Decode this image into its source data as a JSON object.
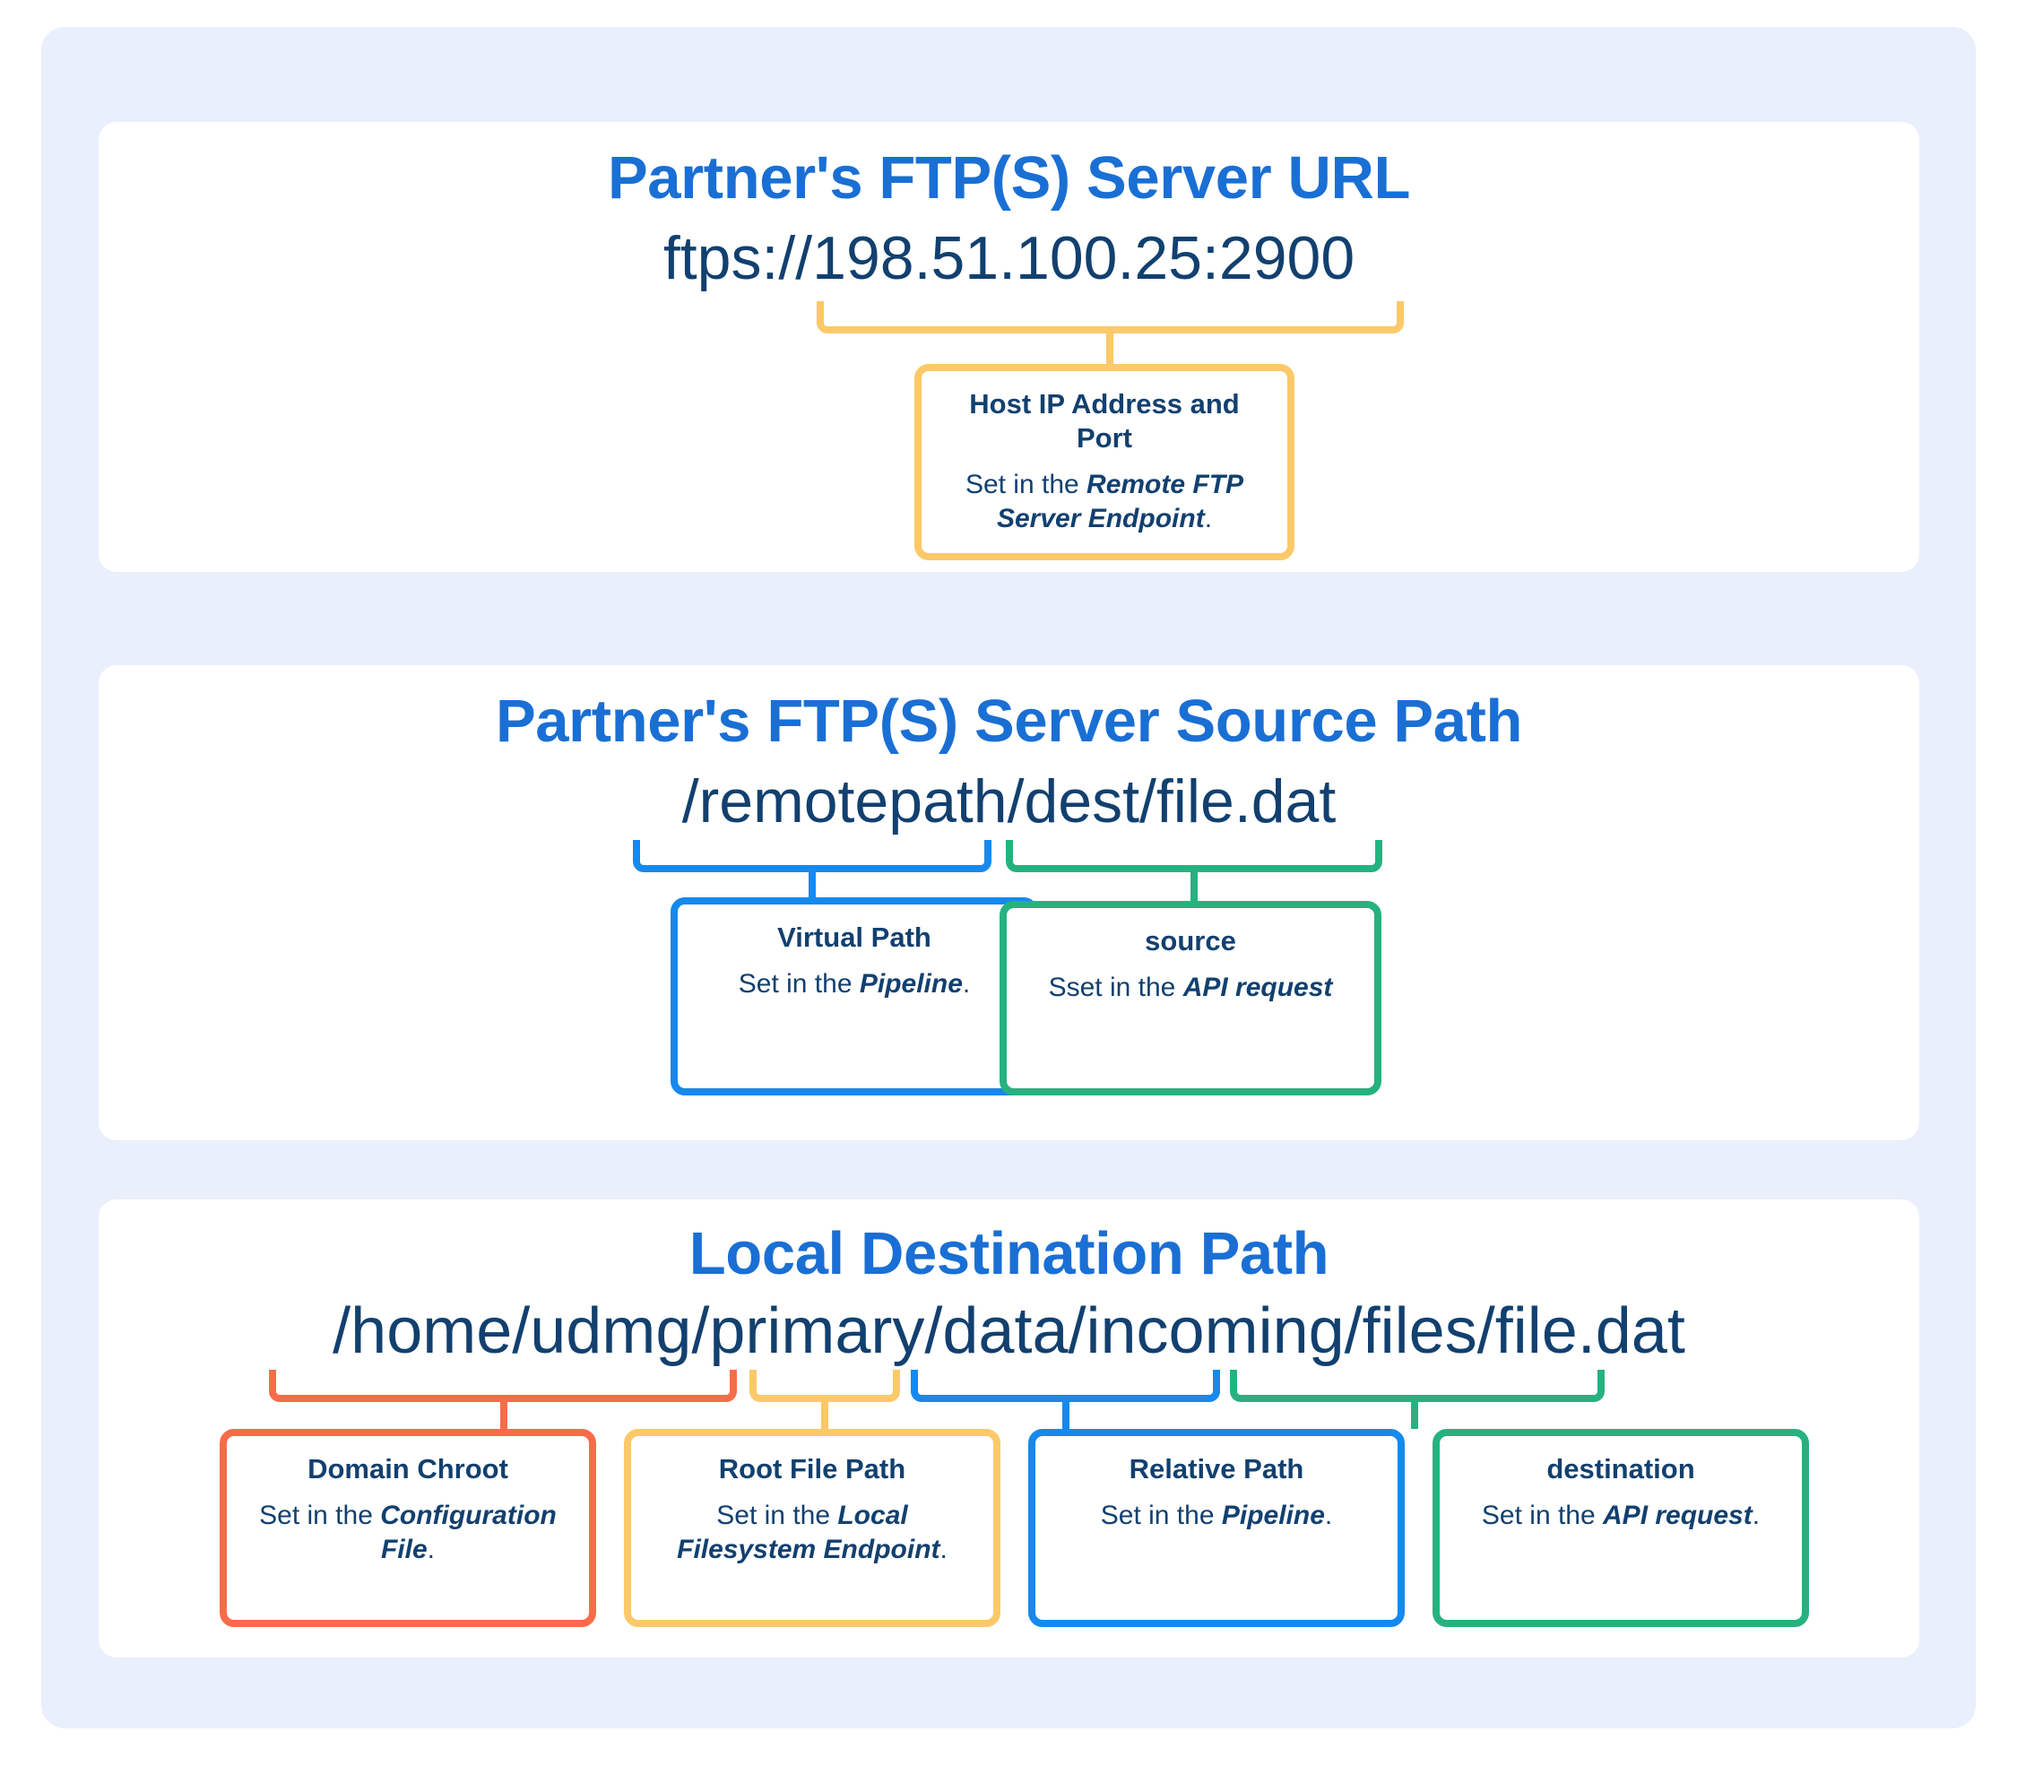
{
  "colors": {
    "page_background": "#ffffff",
    "panel_background": "#e9effb",
    "card_background": "#ffffff",
    "heading_blue": "#1a6fd4",
    "text_navy": "#12406f",
    "amber": "#fbc969",
    "blue": "#1589ee",
    "green": "#26b27f",
    "red": "#fa6b4a"
  },
  "sections": [
    {
      "id": "url",
      "title": "Partner's FTP(S) Server URL",
      "path": "ftps://198.51.100.25:2900",
      "callouts": [
        {
          "id": "host-ip-address-and-port",
          "title": "Host IP Address and Port",
          "body_prefix": "Set in the ",
          "body_emphasis": "Remote FTP Server Endpoint",
          "body_suffix": ".",
          "color": "amber",
          "covers": "198.51.100.25:2900"
        }
      ]
    },
    {
      "id": "source",
      "title": "Partner's FTP(S) Server Source Path",
      "path": "/remotepath/dest/file.dat",
      "callouts": [
        {
          "id": "virtual-path",
          "title": "Virtual Path",
          "body_prefix": "Set in the ",
          "body_emphasis": "Pipeline",
          "body_suffix": ".",
          "color": "blue",
          "covers": "/remotepath"
        },
        {
          "id": "source",
          "title": "source",
          "body_prefix": "Sset in the ",
          "body_emphasis": "API request",
          "body_suffix": "",
          "color": "green",
          "covers": "/dest/file.dat"
        }
      ]
    },
    {
      "id": "destination",
      "title": "Local Destination Path",
      "path": "/home/udmg/primary/data/incoming/files/file.dat",
      "callouts": [
        {
          "id": "domain-chroot",
          "title": "Domain Chroot",
          "body_prefix": "Set in the ",
          "body_emphasis": "Configuration File",
          "body_suffix": ".",
          "color": "red",
          "covers": "/home/udmg/primary"
        },
        {
          "id": "root-file-path",
          "title": "Root File Path",
          "body_prefix": "Set in the ",
          "body_emphasis": "Local Filesystem Endpoint",
          "body_suffix": ".",
          "color": "amber",
          "covers": "/data"
        },
        {
          "id": "relative-path",
          "title": "Relative Path",
          "body_prefix": "Set in the ",
          "body_emphasis": "Pipeline",
          "body_suffix": ".",
          "color": "blue",
          "covers": "/incoming"
        },
        {
          "id": "destination",
          "title": "destination",
          "body_prefix": "Set in the ",
          "body_emphasis": "API request",
          "body_suffix": ".",
          "color": "green",
          "covers": "/files/file.dat"
        }
      ]
    }
  ]
}
